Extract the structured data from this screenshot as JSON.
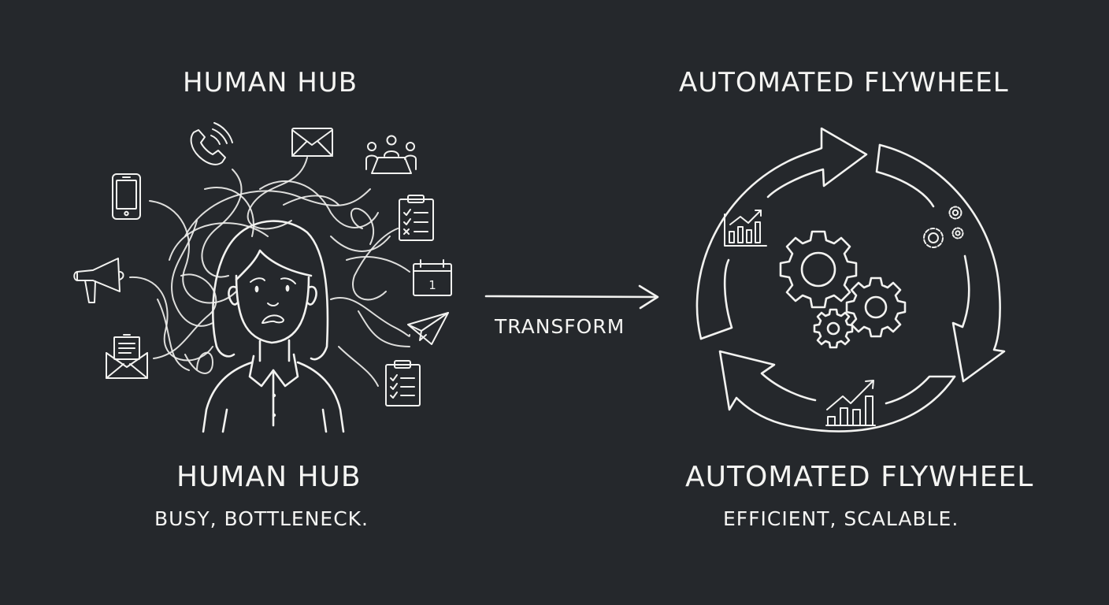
{
  "left_panel": {
    "title": "Human Hub",
    "caption_title": "Human Hub",
    "caption_subtitle": "Busy, bottleneck.",
    "figure": "stressed-person",
    "surrounding_icons": [
      "phone-call-icon",
      "envelope-icon",
      "meeting-icon",
      "smartphone-icon",
      "checklist-icon",
      "megaphone-icon",
      "calendar-icon",
      "paper-plane-icon",
      "open-mail-icon",
      "checklist-icon"
    ],
    "calendar_day": "1"
  },
  "connector": {
    "label": "Transform",
    "direction": "left-to-right"
  },
  "right_panel": {
    "title": "Automated Flywheel",
    "caption_title": "Automated Flywheel",
    "caption_subtitle": "Efficient, scalable.",
    "cycle_segments": 3,
    "cycle_icons": [
      "bar-chart-icon",
      "small-gears-icon",
      "growth-chart-icon"
    ],
    "center_icon": "gears-icon"
  },
  "colors": {
    "background": "#25282c",
    "chalk": "#f2f2f0"
  }
}
